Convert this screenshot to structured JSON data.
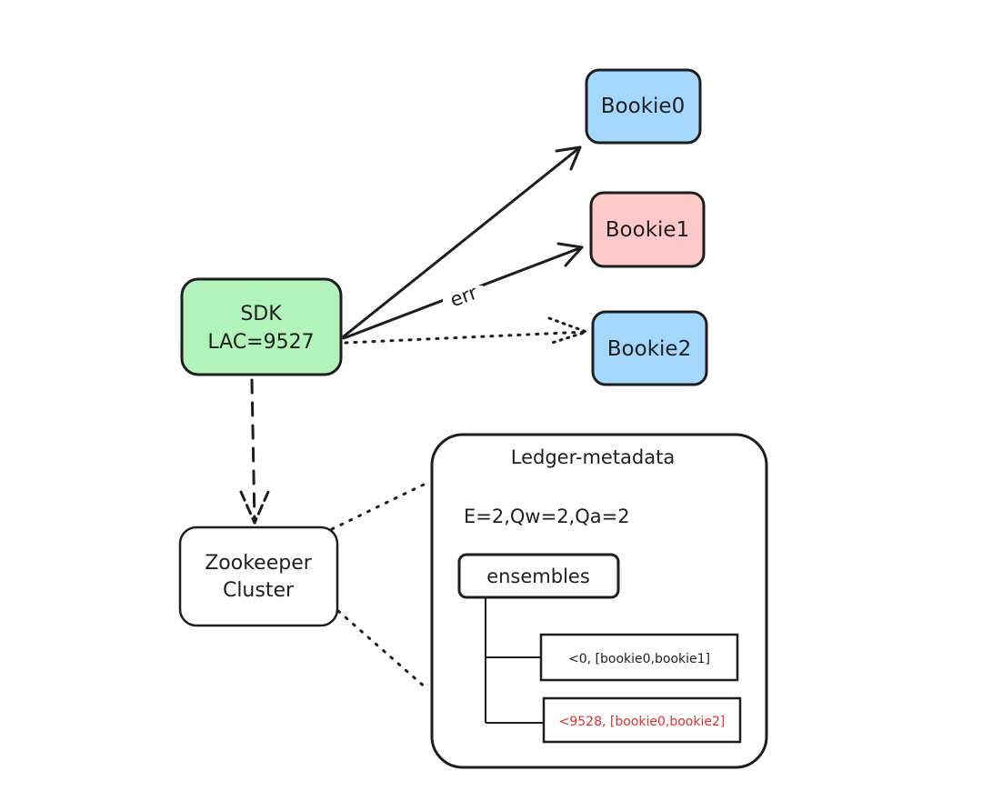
{
  "nodes": {
    "bookie0": {
      "label": "Bookie0"
    },
    "bookie1": {
      "label": "Bookie1"
    },
    "bookie2": {
      "label": "Bookie2"
    },
    "sdk": {
      "line1": "SDK",
      "line2": "LAC=9527"
    },
    "zookeeper": {
      "line1": "Zookeeper",
      "line2": "Cluster"
    }
  },
  "edges": {
    "sdk_to_bookie1": {
      "label": "err"
    }
  },
  "ledger_metadata": {
    "title": "Ledger-metadata",
    "quorum": "E=2,Qw=2,Qa=2",
    "ensembles": {
      "label": "ensembles",
      "entries": [
        {
          "text": "<0, [bookie0,bookie1]"
        },
        {
          "text": "<9528, [bookie0,bookie2]"
        }
      ]
    }
  },
  "colors": {
    "stroke": "#1e1e1e",
    "bookie_blue": "#a5d8ff",
    "bookie_red": "#ffc9c9",
    "sdk_green": "#b2f2bb",
    "highlight_text": "#e03131"
  }
}
